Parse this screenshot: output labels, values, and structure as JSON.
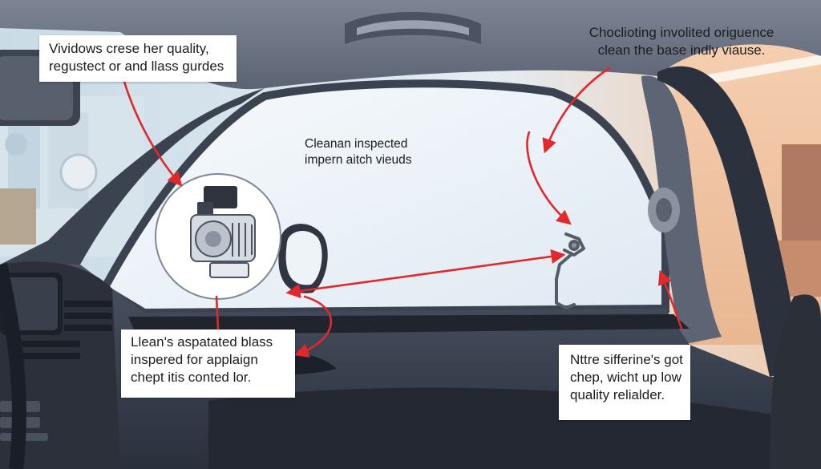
{
  "callouts": {
    "top_left": {
      "lines": [
        "Vividows crese her quality,",
        "regustect or and llass gurdes"
      ]
    },
    "top_right": {
      "lines": [
        "Choclioting involited origuence",
        "clean the base indly viause."
      ]
    },
    "center": {
      "lines": [
        "Cleanan inspected",
        "impern aitch vieuds"
      ]
    },
    "bottom_left": {
      "lines": [
        "Llean's aspatated blass",
        "inspered for applaign",
        "chept itis conted lor."
      ]
    },
    "bottom_right": {
      "lines": [
        "Nttre sifferine's got",
        "chep, wicht up low",
        "quality relialder."
      ]
    }
  },
  "illustration": {
    "icons": [
      "window-regulator-motor-icon",
      "window-clip-bracket-icon"
    ],
    "colors": {
      "arrow": "#e0282d",
      "trim": "#3b4250",
      "glass": "#f4f7fb",
      "callout_bg": "#ffffff"
    }
  }
}
